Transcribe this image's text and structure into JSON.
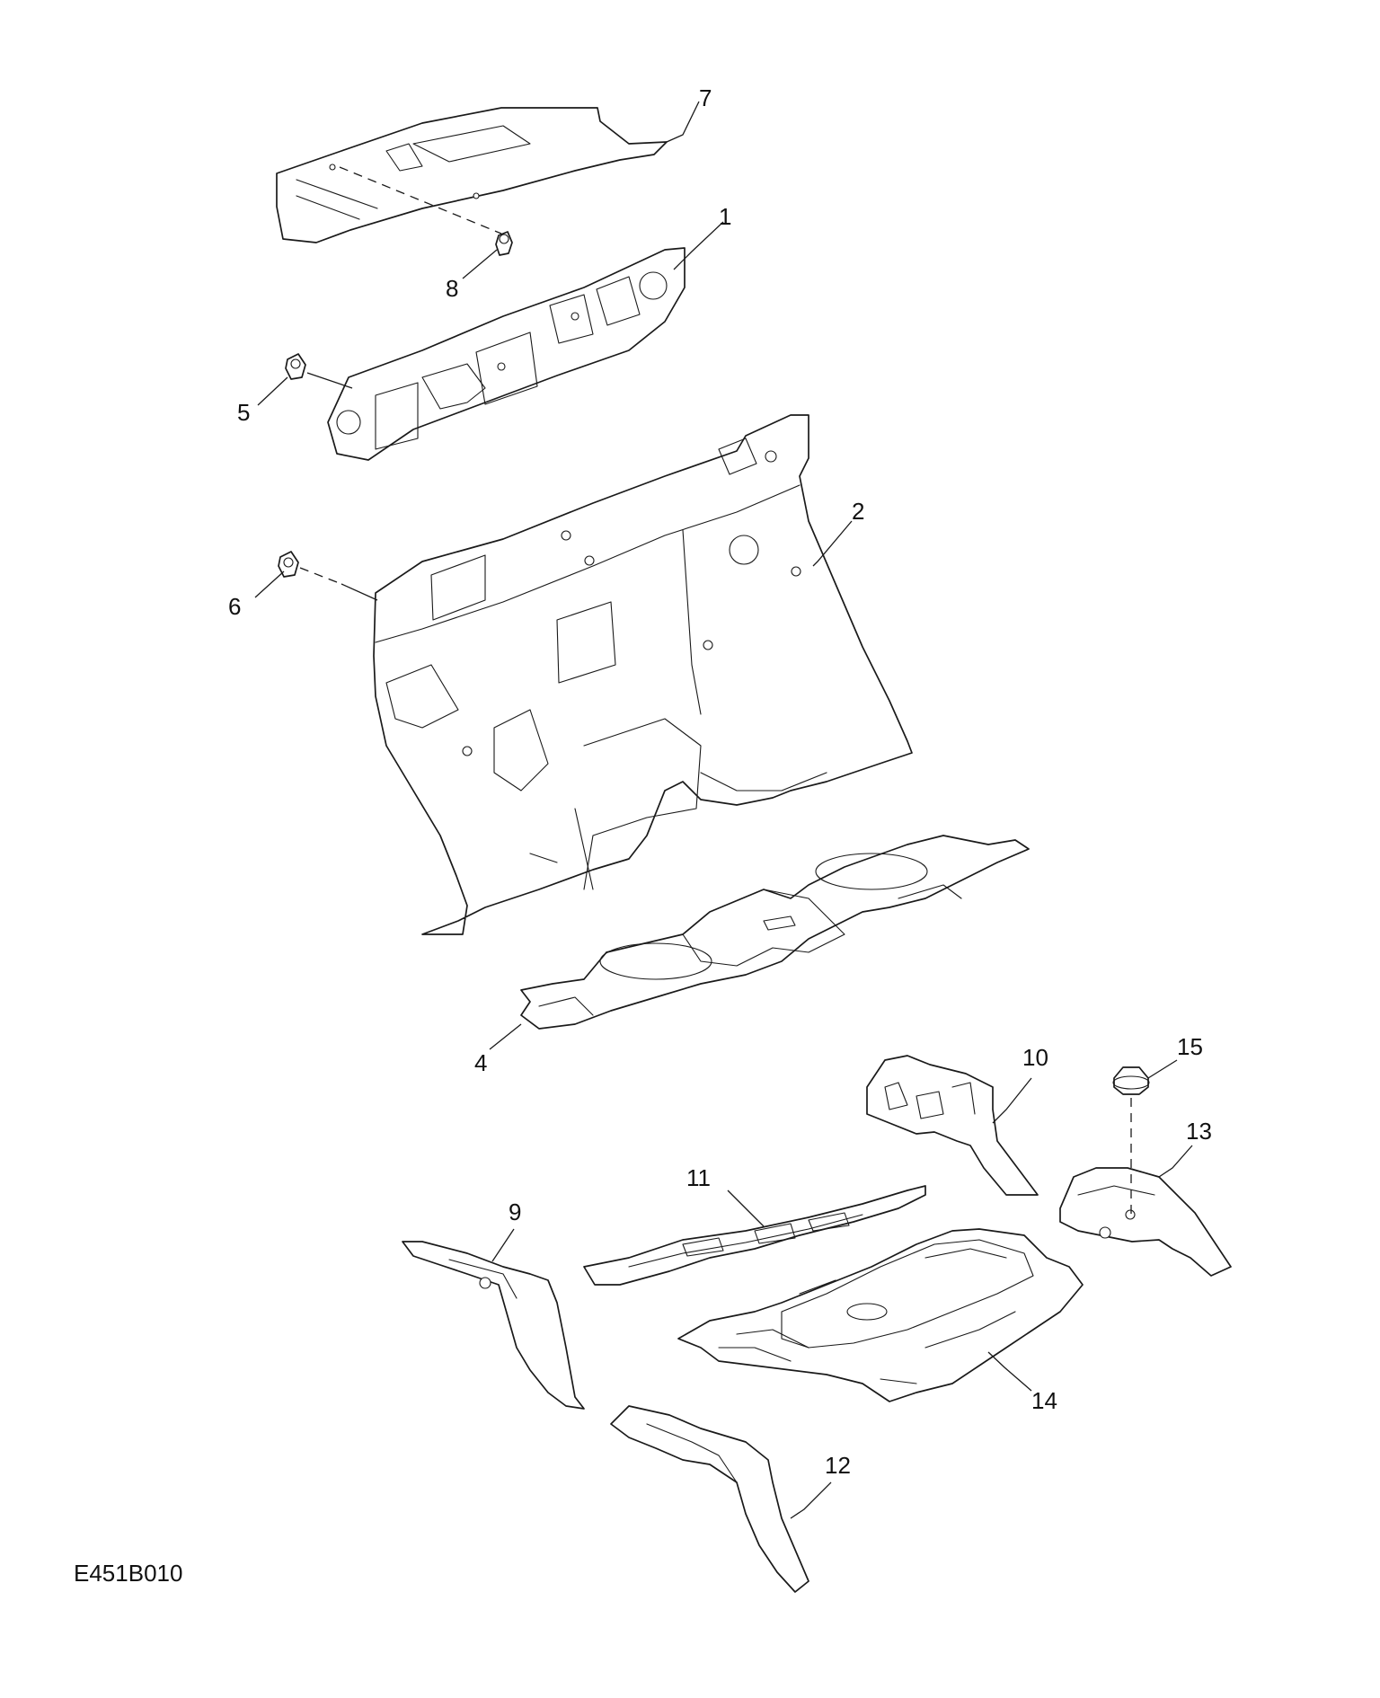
{
  "figure_code": "E451B010",
  "callouts": {
    "c1": "1",
    "c2": "2",
    "c4": "4",
    "c5": "5",
    "c6": "6",
    "c7": "7",
    "c8": "8",
    "c9": "9",
    "c10": "10",
    "c11": "11",
    "c12": "12",
    "c13": "13",
    "c14": "14",
    "c15": "15"
  }
}
